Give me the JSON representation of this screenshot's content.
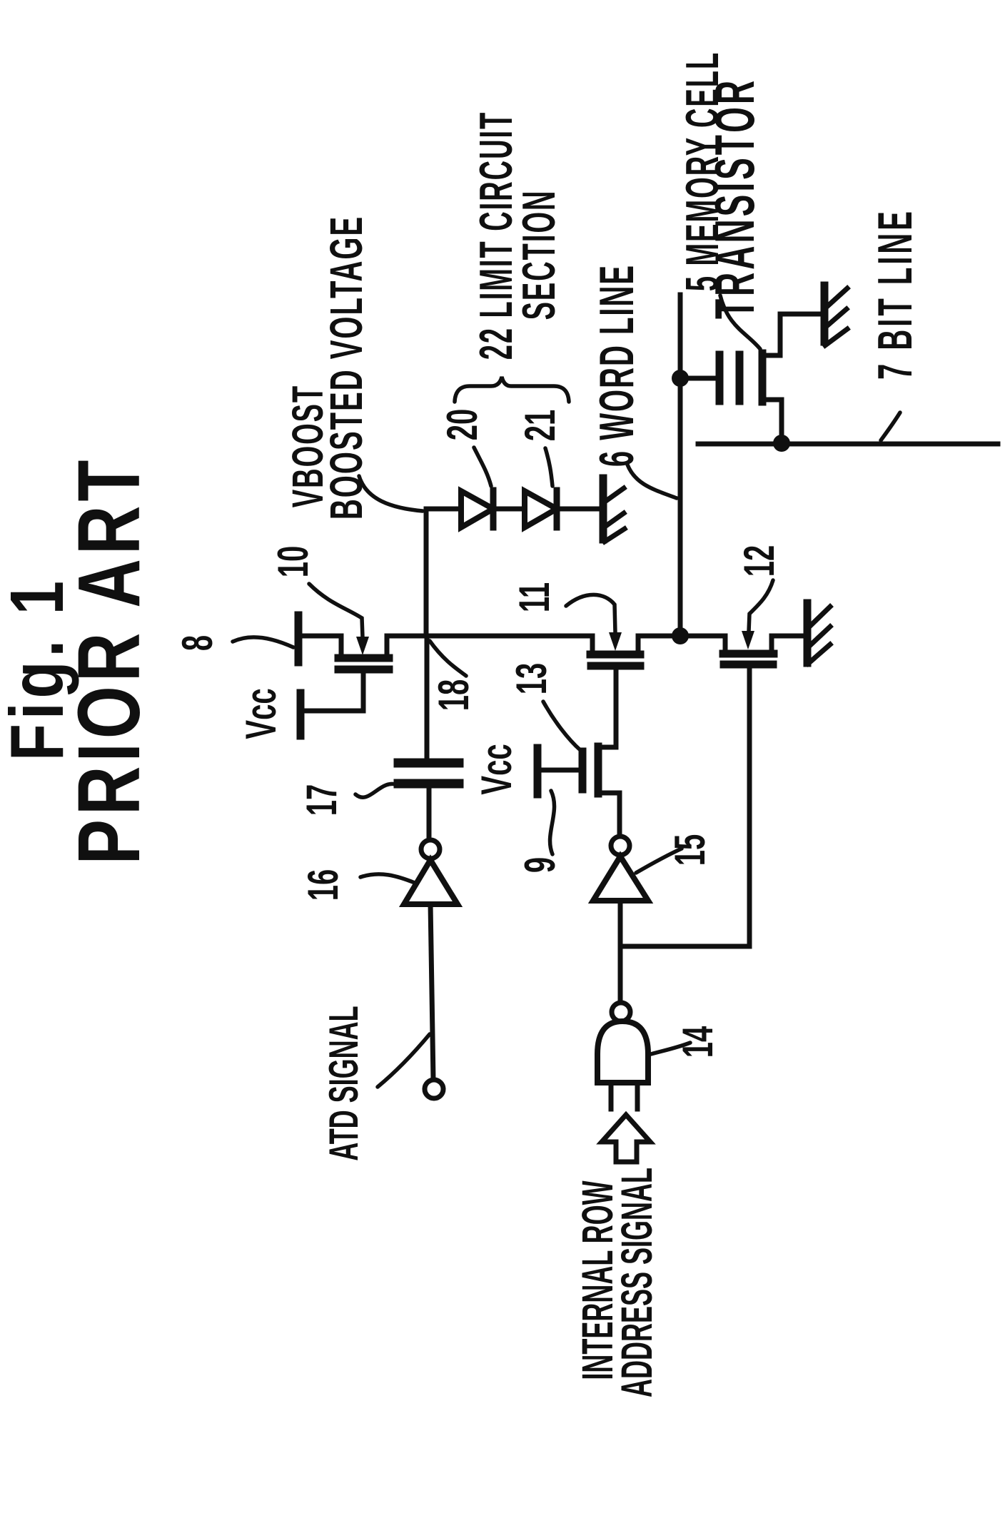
{
  "figure": {
    "title": "Fig. 1",
    "subtitle": "PRIOR ART"
  },
  "colors": {
    "ink": "#101010",
    "paper": "#ffffff"
  },
  "labels": {
    "vboost_name": "VBOOST",
    "vboost_desc": "BOOSTED VOLTAGE",
    "limit_circuit_line1": "22 LIMIT CIRCUIT",
    "limit_circuit_line2": "SECTION",
    "word_line": "6 WORD LINE",
    "memory_cell_line1": "5 MEMORY CELL",
    "memory_cell_line2": "TRANSISTOR",
    "bit_line": "7 BIT LINE",
    "atd_signal": "ATD SIGNAL",
    "row_address_line1": "INTERNAL ROW",
    "row_address_line2": "ADDRESS SIGNAL",
    "vcc_upper": "Vcc",
    "vcc_lower": "Vcc"
  },
  "reference_numerals": {
    "power_terminal_8": "8",
    "vcc_gate_terminal_9": "9",
    "transistor_10": "10",
    "transistor_11": "11",
    "transistor_12": "12",
    "transistor_13": "13",
    "nand_gate_14": "14",
    "inverter_15": "15",
    "inverter_16": "16",
    "capacitor_17": "17",
    "boost_node_18": "18",
    "diode_20": "20",
    "diode_21": "21"
  }
}
